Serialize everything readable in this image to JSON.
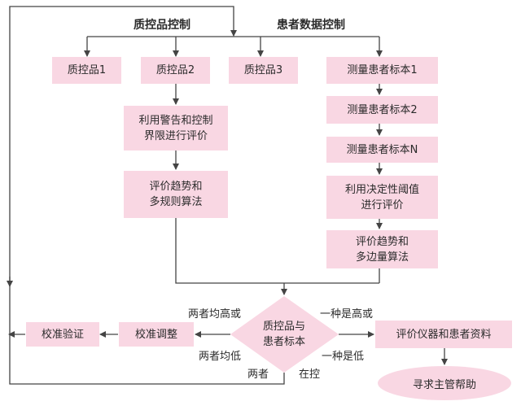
{
  "headers": {
    "qc": "质控品控制",
    "patient": "患者数据控制"
  },
  "qc_items": [
    "质控品1",
    "质控品2",
    "质控品3"
  ],
  "qc_steps": [
    "利用警告和控制\n界限进行评价",
    "评价趋势和\n多规则算法"
  ],
  "patient_steps": [
    "测量患者标本1",
    "测量患者标本2",
    "测量患者标本N",
    "利用决定性阈值\n进行评价",
    "评价趋势和\n多边量算法"
  ],
  "decision": "质控品与\n患者标本",
  "outcomes": {
    "calibrate_adjust": "校准调整",
    "calibrate_verify": "校准验证",
    "evaluate_instrument": "评价仪器和患者资料",
    "seek_help": "寻求主管帮助"
  },
  "labels": {
    "both_high": "两者均高或",
    "both_low": "两者均低",
    "one_high": "一种是高或",
    "one_low": "一种是低",
    "both": "两者",
    "in_control": "在控"
  }
}
